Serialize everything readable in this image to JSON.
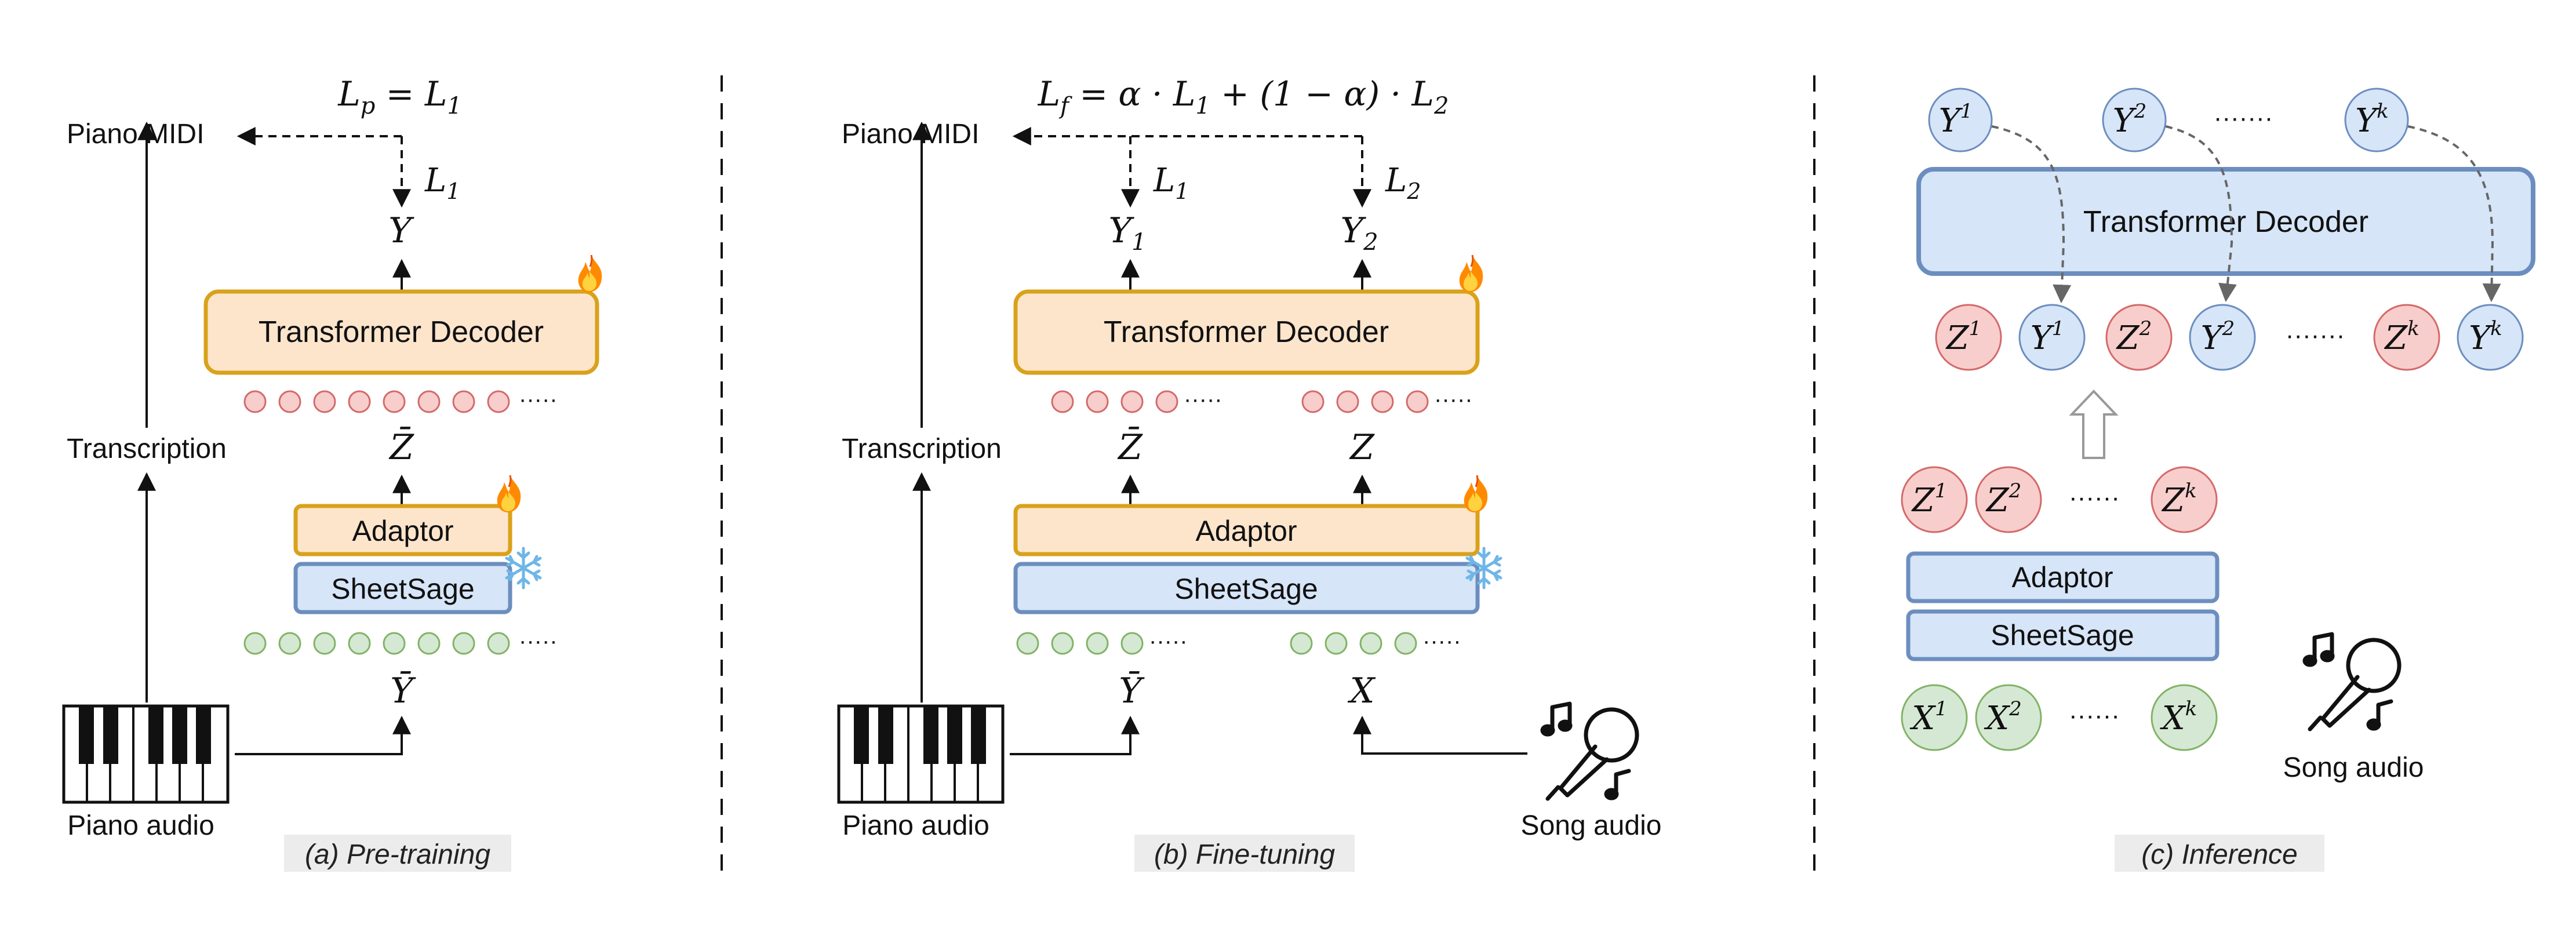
{
  "panels": {
    "pretrain": {
      "caption": "(a) Pre-training",
      "loss_formula": {
        "lhs": "L",
        "lhs_sub": "p",
        "eq": " = ",
        "rhs": "L",
        "rhs_sub": "1"
      },
      "piano_midi": "Piano MIDI",
      "loss_label": {
        "base": "L",
        "sub": "1"
      },
      "output_symbol": "Y",
      "decoder_label": "Transformer Decoder",
      "latent_symbol": "Z̄",
      "adaptor_label": "Adaptor",
      "sheetsage_label": "SheetSage",
      "input_symbol": "Ȳ",
      "transcription": "Transcription",
      "piano_audio": "Piano audio",
      "ellipsis": "·····"
    },
    "finetune": {
      "caption": "(b) Fine-tuning",
      "loss_formula": {
        "lhs": "L",
        "lhs_sub": "f",
        "rest": " = α · L",
        "s1": "1",
        "mid": " + (1 − α) · L",
        "s2": "2"
      },
      "piano_midi": "Piano MIDI",
      "loss1": {
        "base": "L",
        "sub": "1"
      },
      "loss2": {
        "base": "L",
        "sub": "2"
      },
      "out1": {
        "base": "Y",
        "sub": "1"
      },
      "out2": {
        "base": "Y",
        "sub": "2"
      },
      "decoder_label": "Transformer Decoder",
      "latent1": "Z̄",
      "latent2": "Z",
      "adaptor_label": "Adaptor",
      "sheetsage_label": "SheetSage",
      "input1": "Ȳ",
      "input2": "X",
      "transcription": "Transcription",
      "piano_audio": "Piano audio",
      "song_audio": "Song audio",
      "ellipsis": "·····"
    },
    "inference": {
      "caption": "(c) Inference",
      "decoder_label": "Transformer Decoder",
      "top_tokens": [
        {
          "base": "Y",
          "sup": "1"
        },
        {
          "base": "Y",
          "sup": "2"
        },
        {
          "base": "Y",
          "sup": "k"
        }
      ],
      "pair_tokens": [
        {
          "base": "Z",
          "sup": "1"
        },
        {
          "base": "Y",
          "sup": "1"
        },
        {
          "base": "Z",
          "sup": "2"
        },
        {
          "base": "Y",
          "sup": "2"
        },
        {
          "base": "Z",
          "sup": "k"
        },
        {
          "base": "Y",
          "sup": "k"
        }
      ],
      "z_tokens": [
        {
          "base": "Z",
          "sup": "1"
        },
        {
          "base": "Z",
          "sup": "2"
        },
        {
          "base": "Z",
          "sup": "k"
        }
      ],
      "x_tokens": [
        {
          "base": "X",
          "sup": "1"
        },
        {
          "base": "X",
          "sup": "2"
        },
        {
          "base": "X",
          "sup": "k"
        }
      ],
      "adaptor_label": "Adaptor",
      "sheetsage_label": "SheetSage",
      "song_audio": "Song audio",
      "dots": "·······",
      "dots_short": "······"
    }
  },
  "colors": {
    "orange_fill": "#fde5cc",
    "orange_stroke": "#d9a21b",
    "blue_fill": "#d6e5f7",
    "blue_stroke": "#6c8ebf",
    "red_fill": "#f8cecc",
    "red_stroke": "#d46a6a",
    "green_fill": "#d5e8d4",
    "green_stroke": "#82b366",
    "caption_bg": "#ececec"
  },
  "icons": [
    "fire-icon",
    "snowflake-icon",
    "piano-keyboard-icon",
    "microphone-music-icon"
  ]
}
